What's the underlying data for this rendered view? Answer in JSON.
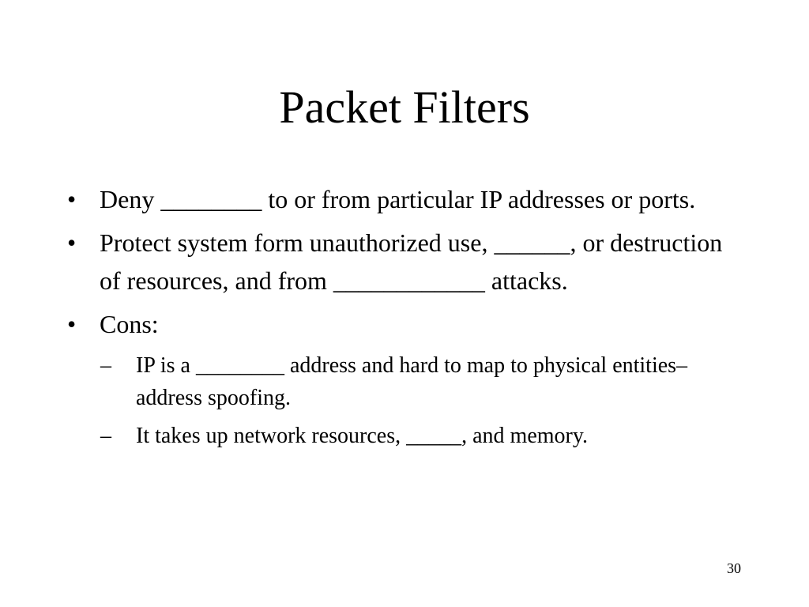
{
  "slide": {
    "title": "Packet Filters",
    "bullets": [
      {
        "marker": "•",
        "text": "Deny ________ to or from particular IP addresses or ports."
      },
      {
        "marker": "•",
        "text": "Protect system form unauthorized use, ______, or destruction of resources, and from ____________ attacks."
      },
      {
        "marker": "•",
        "text": "Cons:"
      }
    ],
    "sub_bullets": [
      {
        "marker": "–",
        "text": "IP is a ________ address and hard to map to physical entities– address spoofing."
      },
      {
        "marker": "–",
        "text": "It takes up network resources, _____, and memory."
      }
    ],
    "page_number": "30"
  }
}
